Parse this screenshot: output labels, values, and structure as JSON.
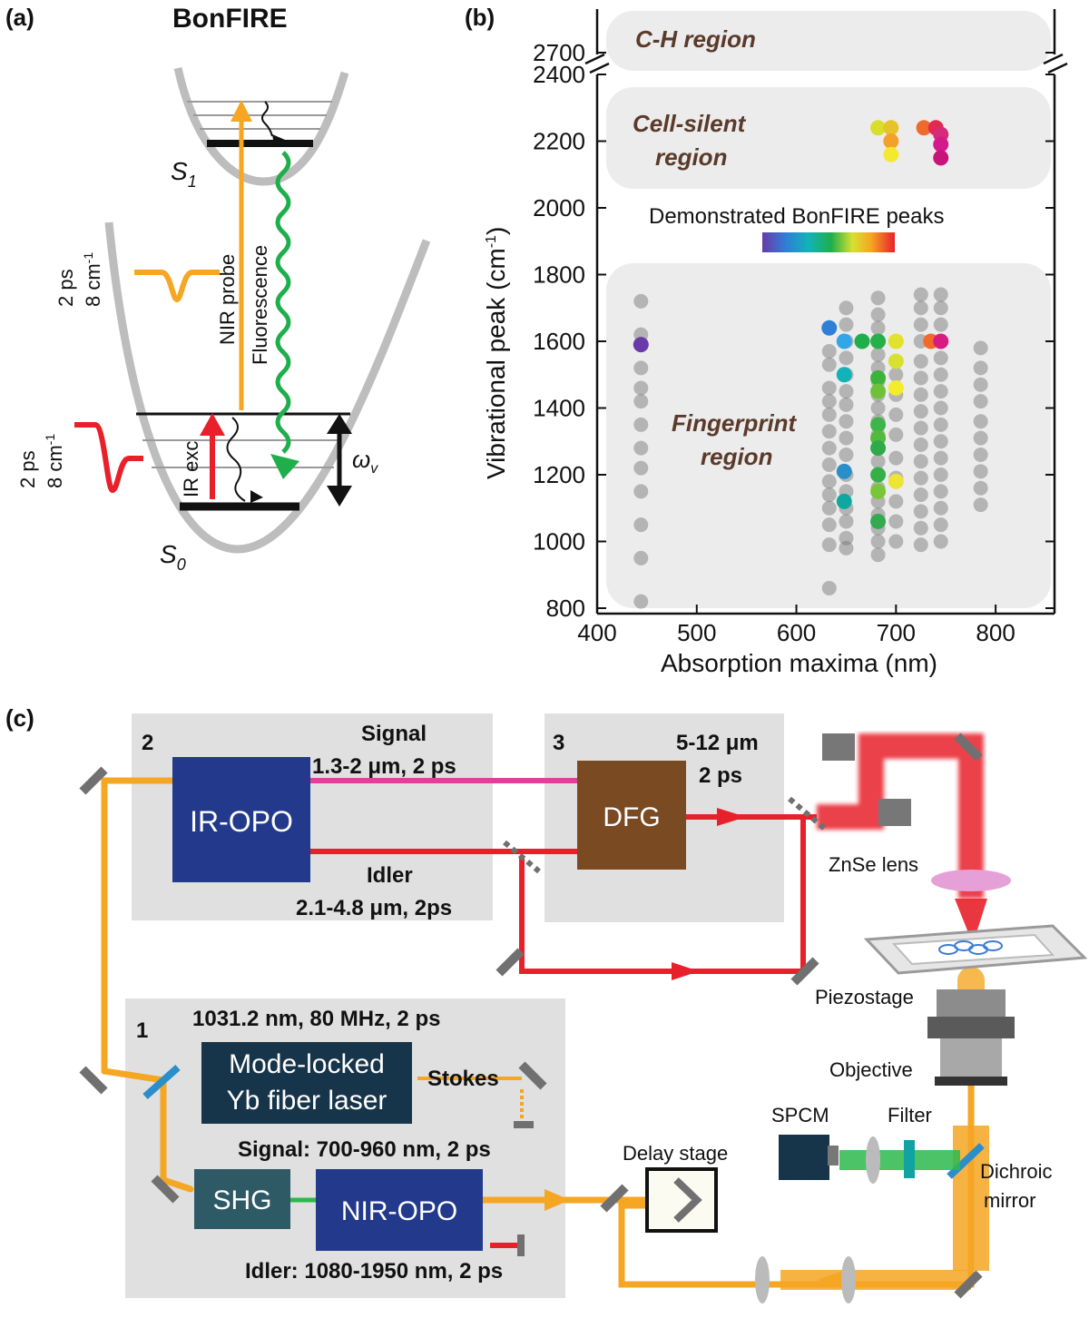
{
  "panel_a": {
    "label": "(a)",
    "title": "BonFIRE",
    "s1": "S",
    "s1_sub": "1",
    "s0": "S",
    "s0_sub": "0",
    "nir_probe": "NIR probe",
    "fluorescence": "Fluorescence",
    "ir_exc": "IR exc",
    "omega": "ω",
    "omega_sub": "v",
    "probe_pulse_l1": "2 ps",
    "probe_pulse_l2": "8 cm",
    "probe_pulse_sup": "-1",
    "exc_pulse_l1": "2 ps",
    "exc_pulse_l2": "8 cm",
    "exc_pulse_sup": "-1",
    "colors": {
      "probe": "#f7a63c",
      "exc": "#e8202a",
      "fluor": "#1fae4c",
      "well": "#bdbdbd"
    }
  },
  "panel_b": {
    "label": "(b)",
    "regions": {
      "ch": "C-H region",
      "cs_l1": "Cell-silent",
      "cs_l2": "region",
      "fp_l1": "Fingerprint",
      "fp_l2": "region"
    },
    "colorbar_label": "Demonstrated BonFIRE peaks"
  },
  "chart_data": {
    "type": "scatter",
    "xlabel": "Absorption maxima (nm)",
    "ylabel": "Vibrational peak (cm",
    "ylabel_sup": "-1",
    "ylabel_end": ")",
    "xlim": [
      400,
      850
    ],
    "ylim_lower": [
      800,
      2400
    ],
    "ylim_upper": [
      2700,
      3300
    ],
    "x_ticks": [
      400,
      500,
      600,
      700,
      800
    ],
    "y_ticks": [
      800,
      1000,
      1200,
      1400,
      1600,
      1800,
      2000,
      2200,
      2400,
      2700,
      3300
    ],
    "grey_points": [
      {
        "x": 444,
        "y": [
          820,
          950,
          1050,
          1150,
          1220,
          1280,
          1350,
          1420,
          1460,
          1520,
          1620,
          1720
        ]
      },
      {
        "x": 633,
        "y": [
          860,
          990,
          1050,
          1100,
          1140,
          1180,
          1230,
          1280,
          1330,
          1380,
          1420,
          1460,
          1530,
          1570,
          1640
        ]
      },
      {
        "x": 650,
        "y": [
          980,
          1010,
          1060,
          1100,
          1150,
          1200,
          1260,
          1310,
          1360,
          1410,
          1450,
          1500,
          1550,
          1600,
          1650,
          1700
        ]
      },
      {
        "x": 682,
        "y": [
          960,
          1000,
          1040,
          1080,
          1120,
          1160,
          1200,
          1240,
          1280,
          1320,
          1360,
          1400,
          1440,
          1480,
          1520,
          1560,
          1600,
          1640,
          1680,
          1730
        ]
      },
      {
        "x": 700,
        "y": [
          1000,
          1060,
          1120,
          1190,
          1250,
          1320,
          1380,
          1440,
          1500
        ]
      },
      {
        "x": 725,
        "y": [
          990,
          1040,
          1090,
          1140,
          1190,
          1240,
          1290,
          1340,
          1390,
          1440,
          1490,
          1540,
          1600,
          1650,
          1700,
          1740
        ]
      },
      {
        "x": 745,
        "y": [
          1000,
          1050,
          1100,
          1150,
          1200,
          1250,
          1300,
          1350,
          1400,
          1450,
          1500,
          1550,
          1600,
          1650,
          1700,
          1740
        ]
      },
      {
        "x": 785,
        "y": [
          1110,
          1160,
          1210,
          1260,
          1310,
          1360,
          1420,
          1470,
          1520,
          1580
        ]
      }
    ],
    "colored_points": [
      {
        "x": 444,
        "y": 1590,
        "color": "#6a3aa8"
      },
      {
        "x": 633,
        "y": 1640,
        "color": "#2f7fd6"
      },
      {
        "x": 648,
        "y": 1600,
        "color": "#33a6e8"
      },
      {
        "x": 648,
        "y": 1500,
        "color": "#11b3b8"
      },
      {
        "x": 648,
        "y": 1210,
        "color": "#2a8fc9"
      },
      {
        "x": 648,
        "y": 1120,
        "color": "#0fa8a0"
      },
      {
        "x": 666,
        "y": 1600,
        "color": "#1fae4c"
      },
      {
        "x": 682,
        "y": 1600,
        "color": "#25b04a"
      },
      {
        "x": 682,
        "y": 1490,
        "color": "#3cb43c"
      },
      {
        "x": 682,
        "y": 1450,
        "color": "#6dc23a"
      },
      {
        "x": 682,
        "y": 1350,
        "color": "#3db54a"
      },
      {
        "x": 682,
        "y": 1310,
        "color": "#52bb3e"
      },
      {
        "x": 682,
        "y": 1280,
        "color": "#2faa48"
      },
      {
        "x": 682,
        "y": 1200,
        "color": "#35b048"
      },
      {
        "x": 682,
        "y": 1150,
        "color": "#7ac63a"
      },
      {
        "x": 682,
        "y": 1060,
        "color": "#33aa50"
      },
      {
        "x": 700,
        "y": 1600,
        "color": "#e2e22a"
      },
      {
        "x": 700,
        "y": 1540,
        "color": "#d8e030"
      },
      {
        "x": 700,
        "y": 1460,
        "color": "#f2ec2a"
      },
      {
        "x": 700,
        "y": 1180,
        "color": "#ede435"
      },
      {
        "x": 735,
        "y": 1600,
        "color": "#f26a2a"
      },
      {
        "x": 745,
        "y": 1600,
        "color": "#d81b80"
      },
      {
        "x": 682,
        "y": 2240,
        "color": "#d8de2a"
      },
      {
        "x": 695,
        "y": 2240,
        "color": "#e8c22a"
      },
      {
        "x": 695,
        "y": 2200,
        "color": "#f2a22a"
      },
      {
        "x": 695,
        "y": 2160,
        "color": "#f5e830"
      },
      {
        "x": 728,
        "y": 2240,
        "color": "#f06a30"
      },
      {
        "x": 740,
        "y": 2240,
        "color": "#e22a50"
      },
      {
        "x": 745,
        "y": 2220,
        "color": "#d82a7a"
      },
      {
        "x": 745,
        "y": 2190,
        "color": "#d41a8a"
      },
      {
        "x": 745,
        "y": 2150,
        "color": "#c8147a"
      }
    ],
    "legend_position": "center"
  },
  "panel_c": {
    "label": "(c)",
    "box1_num": "1",
    "box2_num": "2",
    "box3_num": "3",
    "laser_params": "1031.2 nm, 80 MHz, 2 ps",
    "laser_l1": "Mode-locked",
    "laser_l2": "Yb fiber laser",
    "stokes": "Stokes",
    "shg": "SHG",
    "nir_opo": "NIR-OPO",
    "nir_signal": "Signal: 700-960 nm, 2 ps",
    "nir_idler": "Idler: 1080-1950 nm, 2 ps",
    "ir_opo": "IR-OPO",
    "signal_l1": "Signal",
    "signal_l2": "1.3-2 μm, 2 ps",
    "idler_l1": "Idler",
    "idler_l2": "2.1-4.8 μm, 2ps",
    "dfg": "DFG",
    "dfg_l1": "5-12 μm",
    "dfg_l2": "2 ps",
    "znse": "ZnSe lens",
    "piezo": "Piezostage",
    "objective": "Objective",
    "spcm": "SPCM",
    "filter": "Filter",
    "dichroic_l1": "Dichroic",
    "dichroic_l2": "mirror",
    "delay": "Delay stage",
    "colors": {
      "orange": "#f5a623",
      "red": "#e8202a",
      "pink": "#e0409a",
      "green": "#2db84c",
      "navy": "#233a8c",
      "brown": "#7a4a22",
      "teal": "#2e5a66"
    }
  }
}
